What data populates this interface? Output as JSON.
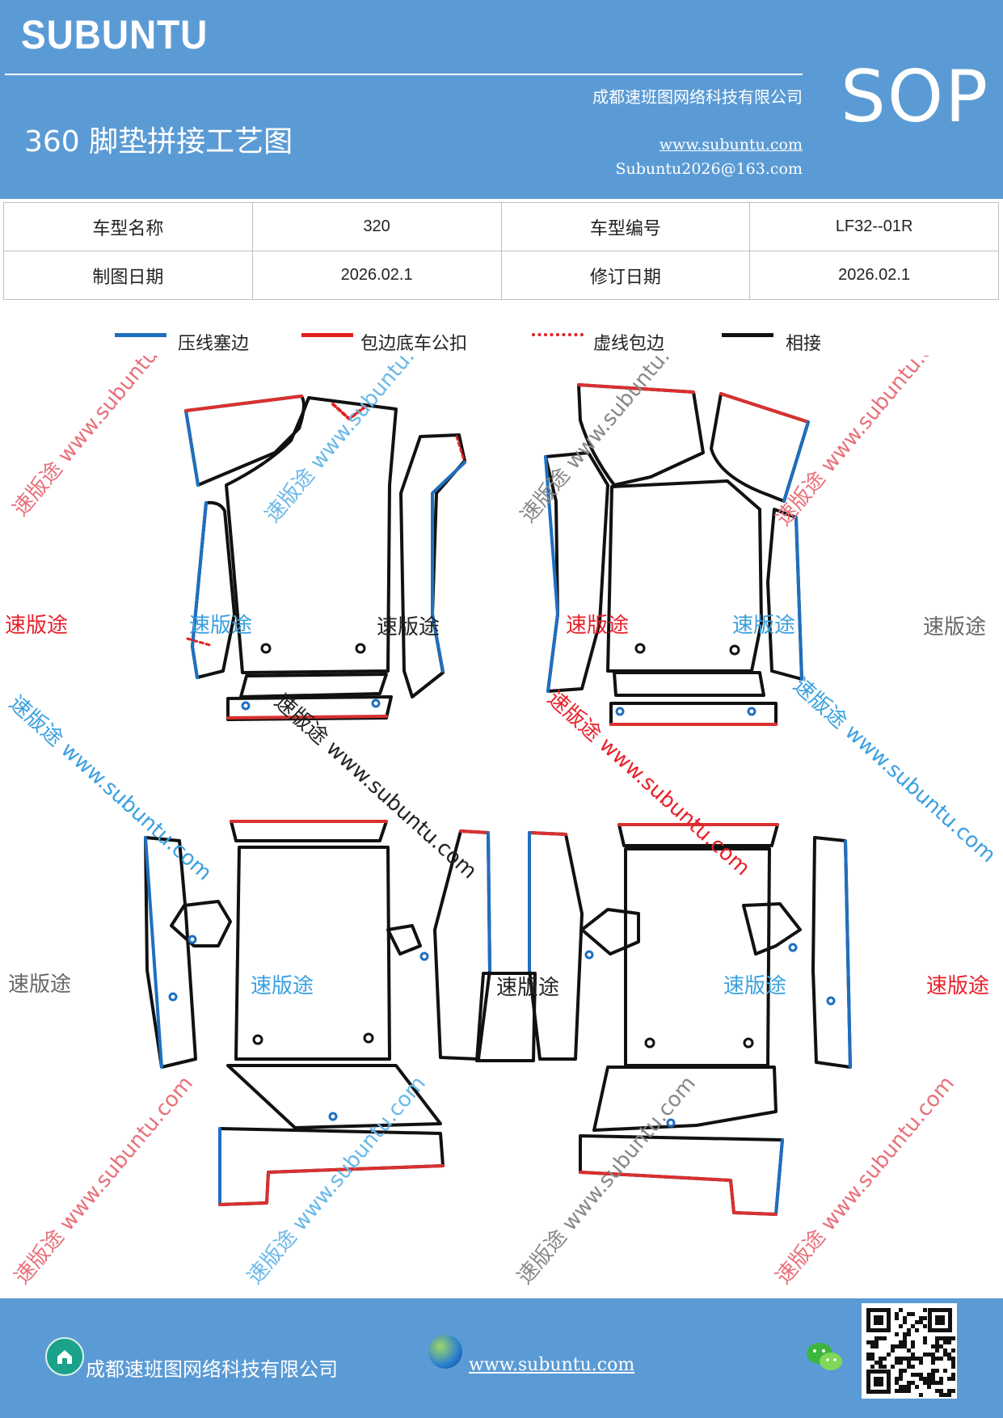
{
  "header": {
    "brand": "SUBUNTU",
    "company": "成都速班图网络科技有限公司",
    "title": "360 脚垫拼接工艺图",
    "website": "www.subuntu.com",
    "email": "Subuntu2026@163.com",
    "badge": "SOP"
  },
  "info_table": {
    "model_name_label": "车型名称",
    "model_name_value": "320",
    "model_code_label": "车型编号",
    "model_code_value": "LF32--01R",
    "draw_date_label": "制图日期",
    "draw_date_value": "2026.02.1",
    "revise_date_label": "修订日期",
    "revise_date_value": "2026.02.1"
  },
  "legend": [
    {
      "label": "压线塞边",
      "color": "#1f6fbf",
      "style": "solid"
    },
    {
      "label": "包边底车公扣",
      "color": "#e02020",
      "style": "solid"
    },
    {
      "label": "虚线包边",
      "color": "#e02020",
      "style": "dotted"
    },
    {
      "label": "相接",
      "color": "#111111",
      "style": "solid"
    }
  ],
  "watermarks": {
    "brand_cn": "速版途",
    "url": "www.subuntu.com",
    "diagonal": "速版途 www.subuntu.com"
  },
  "footer": {
    "company": "成都速班图网络科技有限公司",
    "website": "www.subuntu.com",
    "wechat_icon": "wechat-icon",
    "home_icon": "home-icon",
    "globe_icon": "globe-icon",
    "qr": "qr-code"
  },
  "colors": {
    "header_bg": "#5b9bd5",
    "blue_edge": "#1f6fbf",
    "red_edge": "#e02020",
    "black_edge": "#111111"
  }
}
